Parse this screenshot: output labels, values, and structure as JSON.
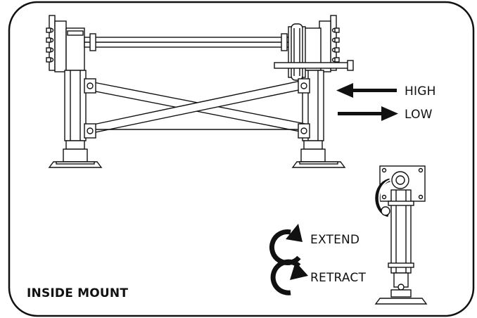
{
  "labels": {
    "high": "HIGH",
    "low": "LOW",
    "extend": "EXTEND",
    "retract": "RETRACT",
    "mount": "INSIDE MOUNT"
  },
  "colors": {
    "stroke": "#111111",
    "background": "#ffffff"
  },
  "icons": [
    "arrow-left-icon",
    "arrow-right-icon",
    "rotate-counterclockwise-icon",
    "rotate-clockwise-icon"
  ]
}
